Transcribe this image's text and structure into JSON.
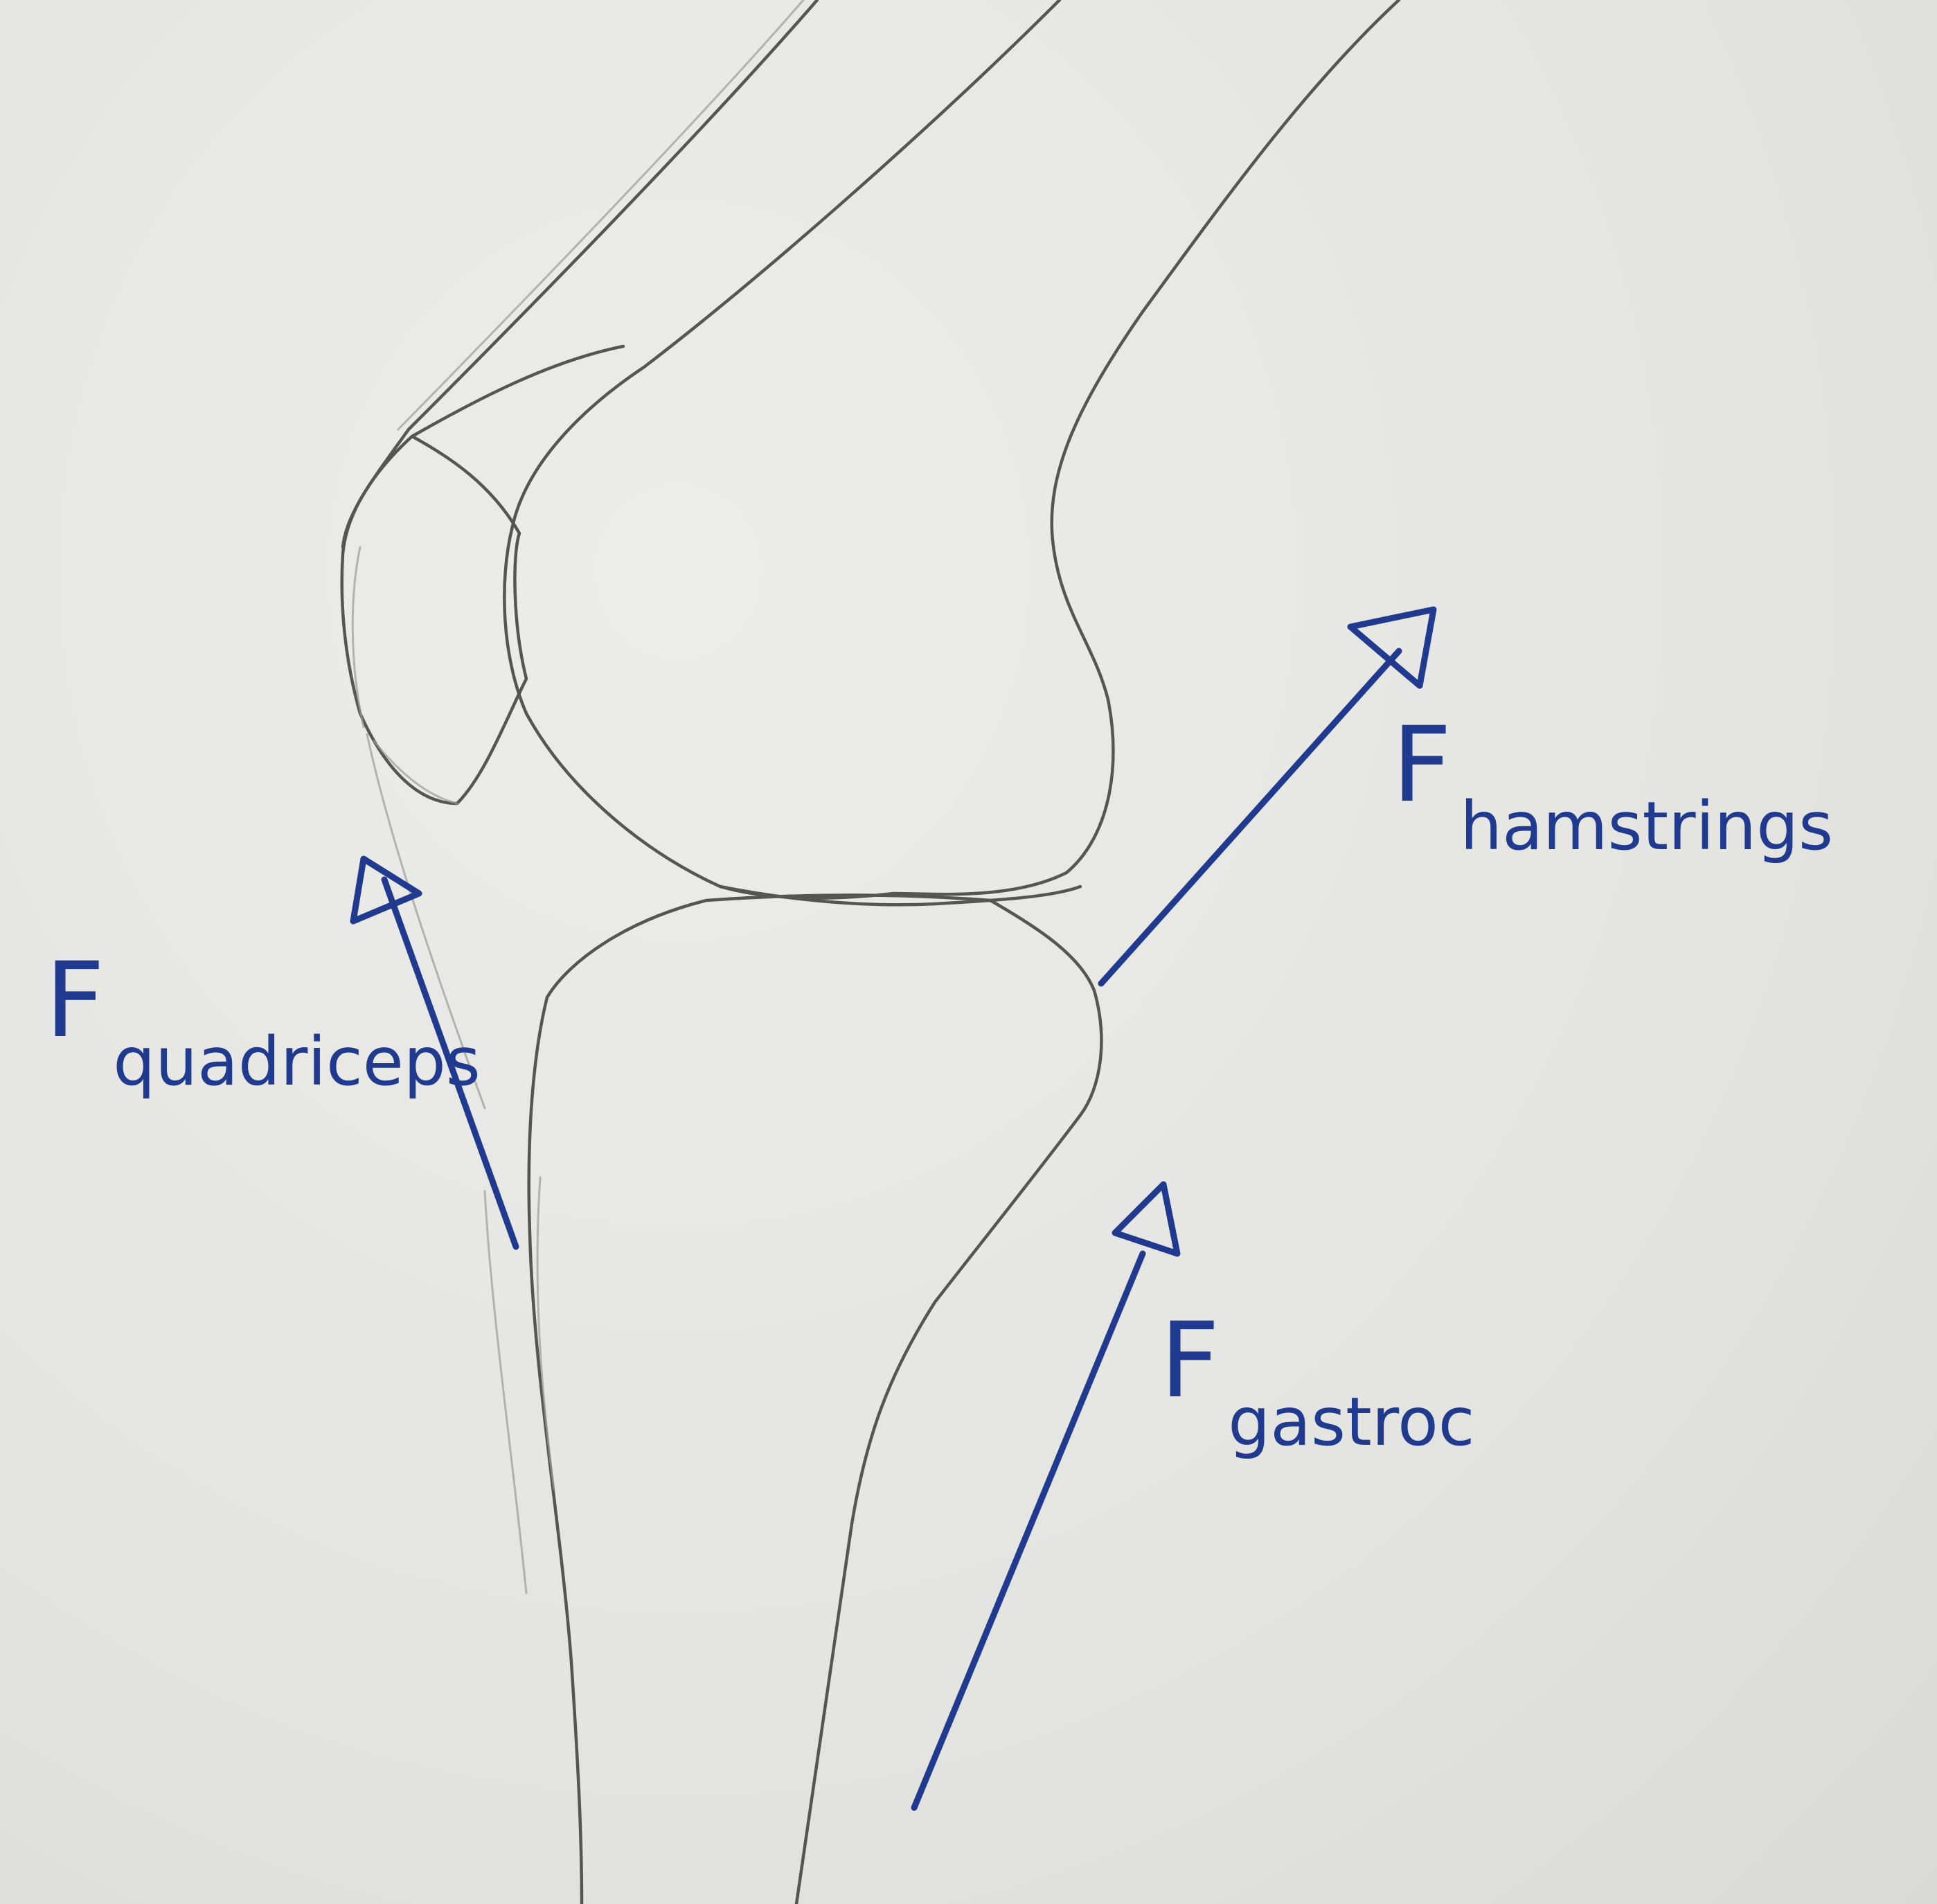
{
  "labels": {
    "quadriceps": {
      "main": "F",
      "sub": "quadriceps"
    },
    "hamstrings": {
      "main": "F",
      "sub": "hamstrings"
    },
    "gastroc": {
      "main": "F",
      "sub": "gastroc"
    }
  },
  "colors": {
    "paper": "#e6e6e3",
    "pencil": "#555552",
    "ink": "#1f3a8f"
  }
}
